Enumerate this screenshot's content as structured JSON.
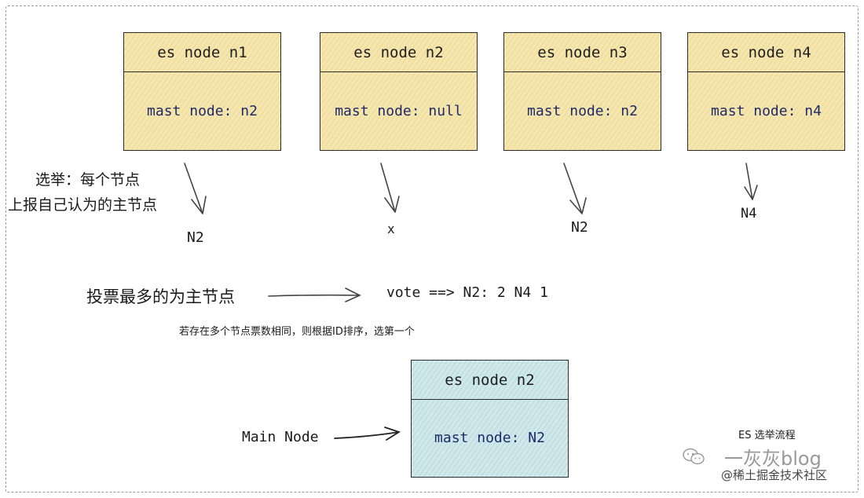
{
  "nodes": [
    {
      "title": "es node n1",
      "master": "mast node: n2"
    },
    {
      "title": "es node n2",
      "master": "mast node: null"
    },
    {
      "title": "es node n3",
      "master": "mast node: n2"
    },
    {
      "title": "es node n4",
      "master": "mast node: n4"
    }
  ],
  "election_note": {
    "line1": "选举：每个节点",
    "line2": "上报自己认为的主节点"
  },
  "votes": [
    "N2",
    "x",
    "N2",
    "N4"
  ],
  "rule": "投票最多的为主节点",
  "vote_result": "vote ==> N2: 2   N4 1",
  "tie_note": "若存在多个节点票数相同，则根据ID排序，选第一个",
  "main_node": {
    "title": "es node n2",
    "master": "mast node: N2",
    "label": "Main Node"
  },
  "caption": "ES 选举流程",
  "watermark": {
    "blog": "一灰灰blog",
    "site": "@稀土掘金技术社区"
  },
  "colors": {
    "node_fill": "#f5e6ad",
    "main_fill": "#cfe8ea",
    "arrow": "#444444"
  }
}
